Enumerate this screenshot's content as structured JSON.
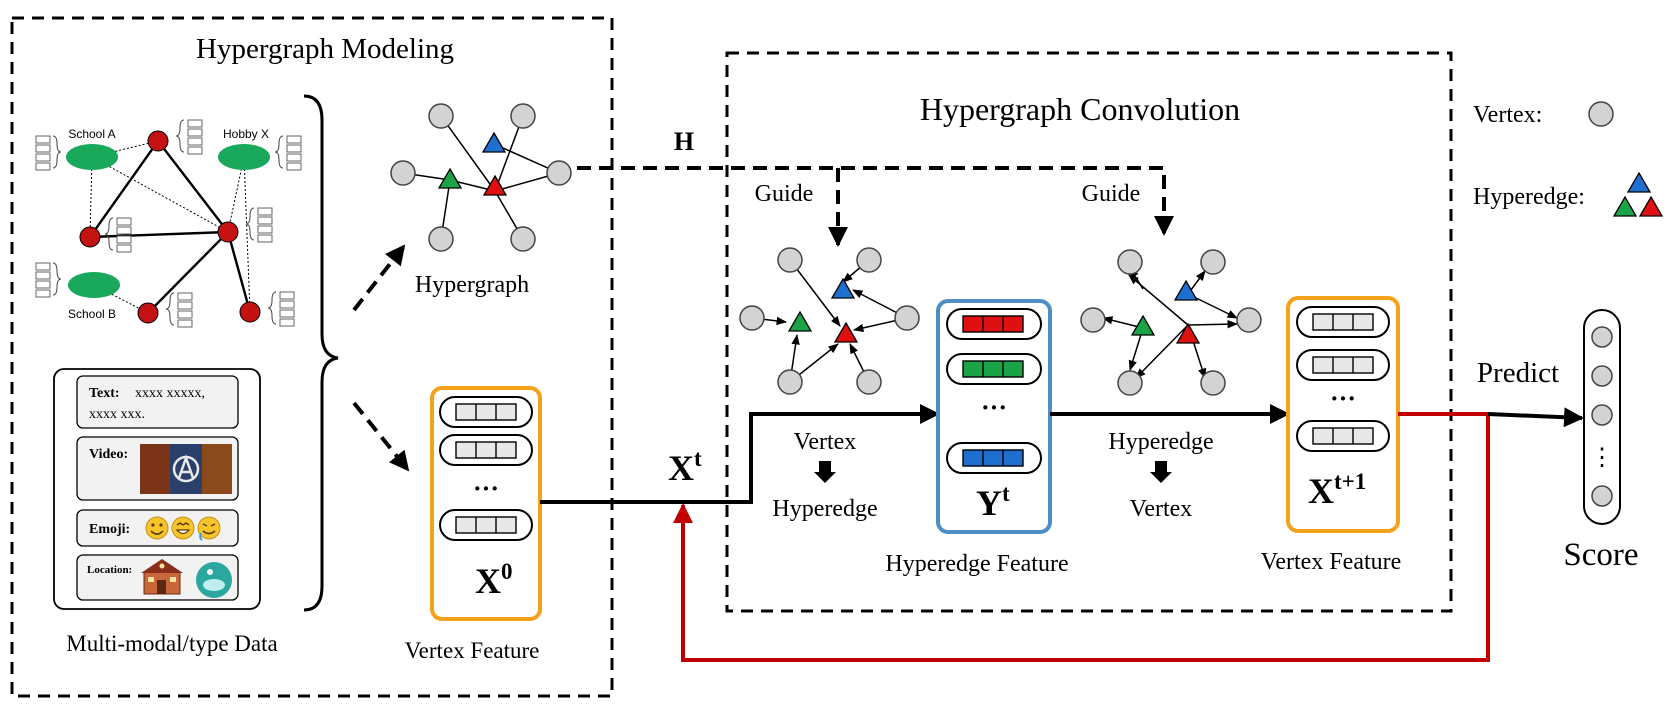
{
  "titles": {
    "modeling": "Hypergraph Modeling",
    "convolution": "Hypergraph Convolution"
  },
  "social_graph": {
    "school_a": "School A",
    "school_b": "School B",
    "hobby_x": "Hobby X"
  },
  "multimodal": {
    "text_label": "Text:",
    "text_value_1": "xxxx  xxxxx,",
    "text_value_2": "xxxx  xxx.",
    "video_label": "Video:",
    "emoji_label": "Emoji:",
    "location_label": "Location:",
    "caption": "Multi-modal/type Data"
  },
  "hypergraph_label": "Hypergraph",
  "incidence_label": "H",
  "guide_label_1": "Guide",
  "guide_label_2": "Guide",
  "x0": {
    "base": "X",
    "sup": "0",
    "caption": "Vertex Feature"
  },
  "xt": {
    "base": "X",
    "sup": "t"
  },
  "stage1": {
    "from": "Vertex",
    "arrow": "🡻",
    "to": "Hyperedge"
  },
  "yt": {
    "base": "Y",
    "sup": "t",
    "caption": "Hyperedge Feature"
  },
  "stage2": {
    "from": "Hyperedge",
    "arrow": "🡻",
    "to": "Vertex"
  },
  "xt1": {
    "base": "X",
    "sup": "t+1",
    "caption": "Vertex Feature"
  },
  "ellipsis": "···",
  "vdots": "⋮",
  "predict_label": "Predict",
  "score_label": "Score",
  "legend": {
    "vertex": "Vertex:",
    "hyperedge": "Hyperedge:"
  },
  "colors": {
    "vertex": "#d3d3d3",
    "blue_edge": "#1f6fd1",
    "green_edge": "#1aa347",
    "red_edge": "#e01010",
    "orange_box": "#f5a21a",
    "blue_box": "#4d8fc5",
    "feedback": "#c00000",
    "school_node": "#19a85c",
    "user_node": "#c41212"
  }
}
